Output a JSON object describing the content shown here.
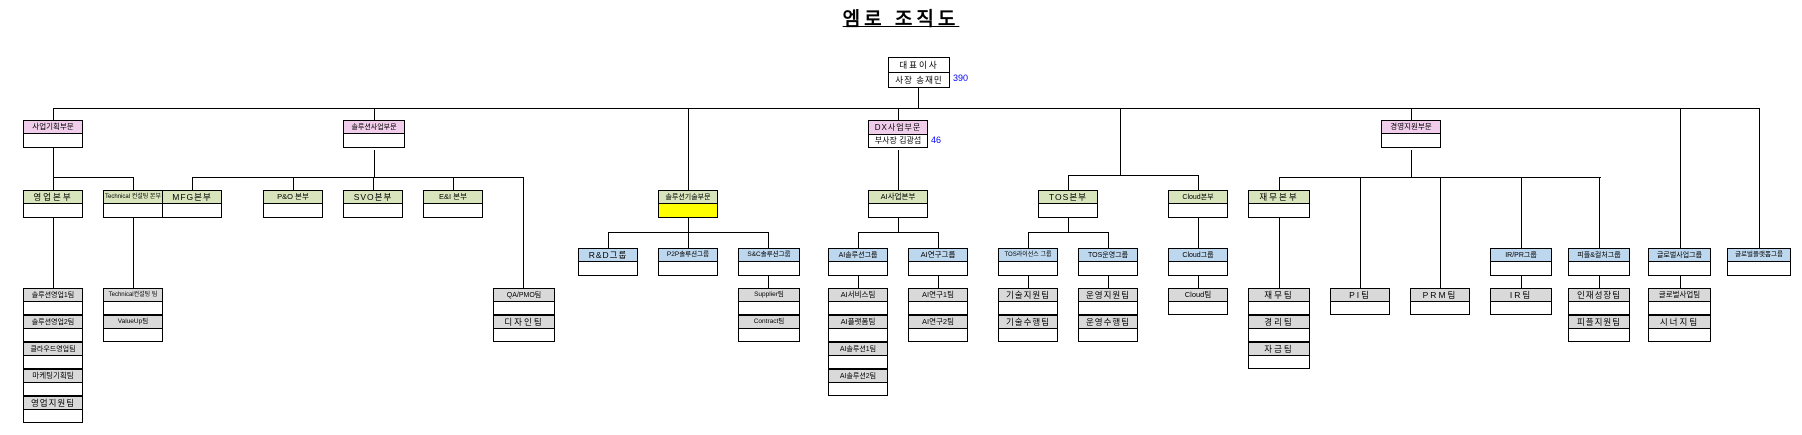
{
  "title": "엠로 조직도",
  "colors": {
    "division": "#f0cdeb",
    "hq": "#d7e4bc",
    "grp": "#bdd7ee",
    "team": "#d9d9d9",
    "tech": "#ffff00",
    "count": "#0000ff",
    "line": "#000000"
  },
  "nodes": {
    "ceo_title": "대표이사",
    "ceo_name": "사장 송재민",
    "ceo_headcount": "390",
    "biz_planning": "사업기획부문",
    "sol_biz": "솔루션사업부문",
    "dx": "DX사업부문",
    "dx_officer": "부사장 김광섭",
    "dx_headcount": "46",
    "mgmt_support": "경영지원부문",
    "sol_tech": "솔루션기술부문",
    "sales_hq": "영업본부",
    "tech_consult_hq": "Technical 컨설팅 본부",
    "mfg_hq": "MFG본부",
    "pno_hq": "P&O 본부",
    "svo_hq": "SVO본부",
    "eni_hq": "E&I 본부",
    "ai_hq": "AI사업본부",
    "tos_hq": "TOS본부",
    "cloud_hq": "Cloud본부",
    "finance_hq": "재무본부",
    "rnd_grp": "R&D그룹",
    "p2p_grp": "P2P솔루션그룹",
    "snc_grp": "S&C솔루션그룹",
    "ai_sol_grp": "AI솔루션그룹",
    "ai_res_grp": "AI연구그룹",
    "tos_lic_grp": "TOS라이선스 그룹",
    "tos_ops_grp": "TOS운영그룹",
    "cloud_grp": "Cloud그룹",
    "irpr_grp": "IR/PR그룹",
    "people_grp": "피플&컬처그룹",
    "global_biz_grp": "글로벌사업그룹",
    "global_plat_grp": "글로벌플랫폼그룹",
    "sol_sales1": "솔루션영업1팀",
    "sol_sales2": "솔루션영업2팀",
    "cloud_sales": "클라우드영업팀",
    "mkt_plan": "마케팅기획팀",
    "sales_support": "영업지원팀",
    "tech_consult_team": "Technical컨설팅 팀",
    "valueup": "ValueUp팀",
    "qa_pmo": "QA/PMO팀",
    "design": "디자인팀",
    "supplier": "Supplier팀",
    "contract": "Contract팀",
    "ai_service": "AI서비스팀",
    "ai_platform": "AI플랫폼팀",
    "ai_sol1": "AI솔루션1팀",
    "ai_sol2": "AI솔루션2팀",
    "ai_res1": "AI연구1팀",
    "ai_res2": "AI연구2팀",
    "tech_support": "기술지원팀",
    "tech_exec": "기술수행팀",
    "ops_support": "운영지원팀",
    "ops_exec": "운영수행팀",
    "cloud_team": "Cloud팀",
    "fin_team": "재무팀",
    "acct_team": "경리팀",
    "treasury": "자금팀",
    "pi": "PI팀",
    "prm": "PRM팀",
    "ir": "IR팀",
    "talent": "인재성장팀",
    "people_support": "피플지원팀",
    "global_biz_team": "글로벌사업팀",
    "synergy": "시너지팀"
  },
  "hierarchy": {
    "ceo": [
      "biz_planning",
      "sol_biz",
      "sol_tech",
      "dx",
      "tos_hq",
      "cloud_hq",
      "mgmt_support",
      "global_biz_grp",
      "global_plat_grp"
    ],
    "biz_planning": [
      "sales_hq",
      "tech_consult_hq"
    ],
    "sales_hq": [
      "sol_sales1",
      "sol_sales2",
      "cloud_sales",
      "mkt_plan",
      "sales_support"
    ],
    "tech_consult_hq": [
      "tech_consult_team",
      "valueup"
    ],
    "sol_biz": [
      "mfg_hq",
      "pno_hq",
      "svo_hq",
      "eni_hq",
      "qa_pmo"
    ],
    "qa_pmo": [
      "design"
    ],
    "sol_tech": [
      "rnd_grp",
      "p2p_grp",
      "snc_grp"
    ],
    "snc_grp": [
      "supplier",
      "contract"
    ],
    "dx": [
      "ai_hq"
    ],
    "ai_hq": [
      "ai_sol_grp",
      "ai_res_grp"
    ],
    "ai_sol_grp": [
      "ai_service",
      "ai_platform",
      "ai_sol1",
      "ai_sol2"
    ],
    "ai_res_grp": [
      "ai_res1",
      "ai_res2"
    ],
    "tos_hq": [
      "tos_lic_grp",
      "tos_ops_grp"
    ],
    "tos_lic_grp": [
      "tech_support",
      "tech_exec"
    ],
    "tos_ops_grp": [
      "ops_support",
      "ops_exec"
    ],
    "cloud_hq": [
      "cloud_grp"
    ],
    "cloud_grp": [
      "cloud_team"
    ],
    "mgmt_support": [
      "finance_hq",
      "pi",
      "prm",
      "irpr_grp",
      "people_grp"
    ],
    "finance_hq": [
      "fin_team",
      "acct_team",
      "treasury"
    ],
    "irpr_grp": [
      "ir"
    ],
    "people_grp": [
      "talent",
      "people_support"
    ],
    "global_biz_grp": [
      "global_biz_team",
      "synergy"
    ],
    "global_plat_grp": []
  }
}
